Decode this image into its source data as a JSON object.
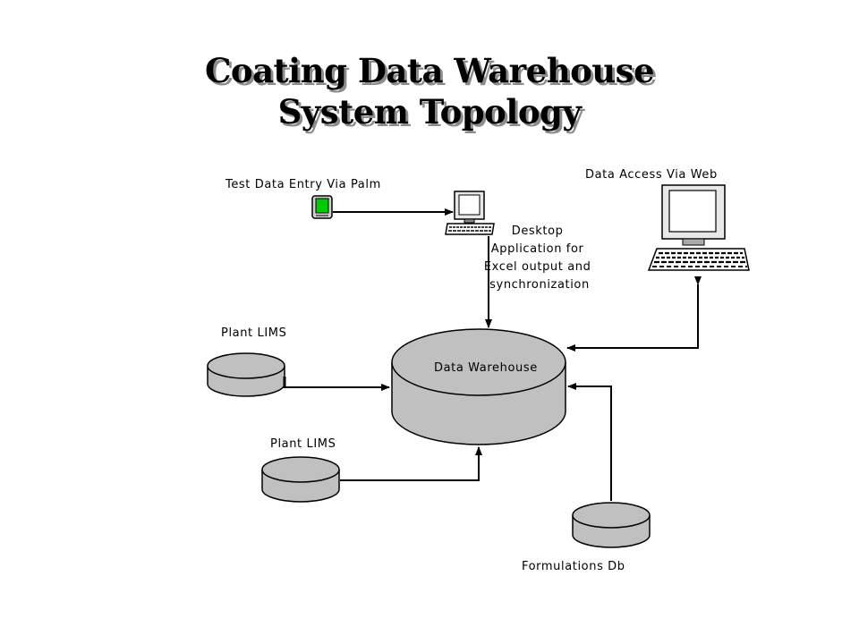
{
  "title": {
    "line1": "Coating Data Warehouse",
    "line2": "System Topology"
  },
  "nodes": {
    "palm": {
      "label": "Test Data Entry Via Palm",
      "icon": "pda-icon"
    },
    "desktop": {
      "label_lines": [
        "Desktop",
        "Application for",
        "Excel output and",
        "synchronization"
      ],
      "icon": "desktop-computer-icon"
    },
    "web": {
      "label": "Data Access Via Web",
      "icon": "web-terminal-icon"
    },
    "warehouse": {
      "label": "Data Warehouse",
      "icon": "database-cylinder-icon"
    },
    "plant_lims_1": {
      "label": "Plant LIMS",
      "icon": "database-cylinder-icon"
    },
    "plant_lims_2": {
      "label": "Plant LIMS",
      "icon": "database-cylinder-icon"
    },
    "formulations": {
      "label": "Formulations Db",
      "icon": "database-cylinder-icon"
    }
  },
  "colors": {
    "cylinder_fill": "#c0c0c0",
    "pda_screen": "#00cc00",
    "stroke": "#000000"
  }
}
